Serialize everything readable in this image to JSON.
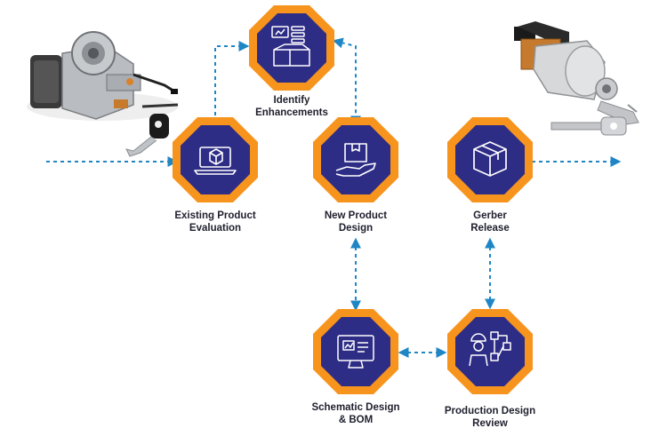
{
  "colors": {
    "octagon_outer": "#F7941D",
    "octagon_inner": "#2E2D86",
    "connector": "#1F86C6",
    "icon_stroke": "#ffffff"
  },
  "steps": [
    {
      "id": "existing",
      "lines": [
        "Existing Product",
        "Evaluation"
      ],
      "icon": "laptop-box-icon"
    },
    {
      "id": "identify",
      "lines": [
        "Identify",
        "Enhancements"
      ],
      "icon": "dashboard-box-icon"
    },
    {
      "id": "newdesign",
      "lines": [
        "New Product",
        "Design"
      ],
      "icon": "hand-box-icon"
    },
    {
      "id": "gerber",
      "lines": [
        "Gerber",
        "Release"
      ],
      "icon": "box-icon"
    },
    {
      "id": "schematic",
      "lines": [
        "Schematic Design",
        "& BOM"
      ],
      "icon": "monitor-schematic-icon"
    },
    {
      "id": "production",
      "lines": [
        "Production Design",
        "Review"
      ],
      "icon": "engineer-flow-icon"
    }
  ],
  "images": {
    "left": "ignition-switch-assembly-with-key",
    "right": "ignition-switch-with-two-keys"
  }
}
